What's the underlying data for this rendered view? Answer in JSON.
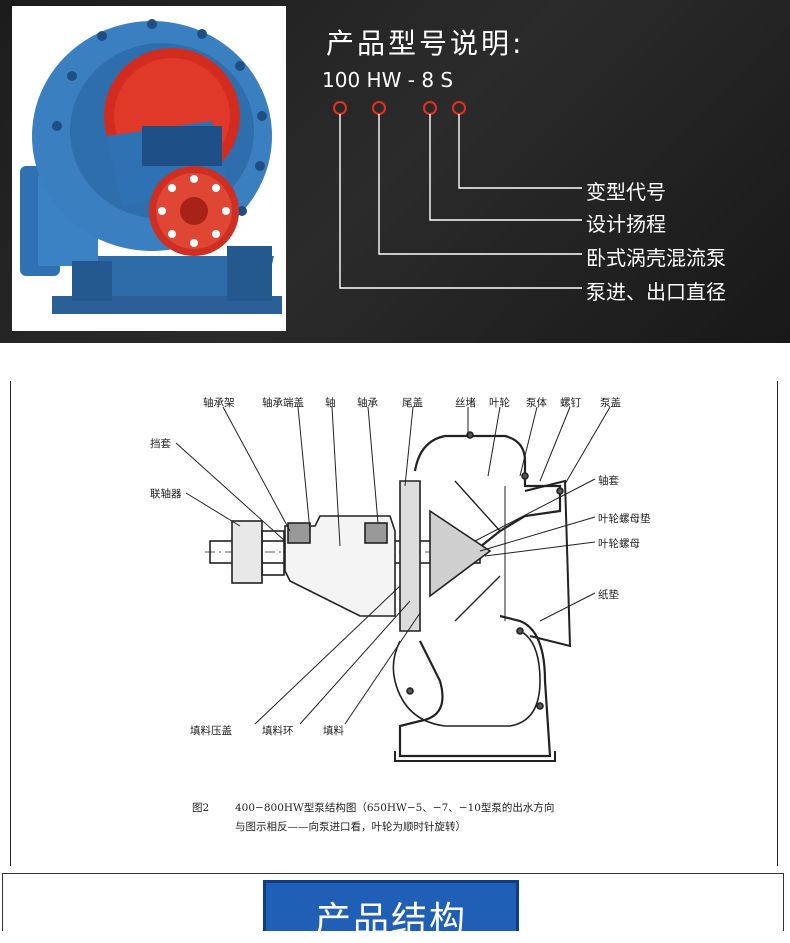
{
  "product_spec": {
    "title": "产品型号说明:",
    "model": {
      "size": "100",
      "type": "HW",
      "dash": "-",
      "head": "8",
      "variant": "S"
    },
    "legend": [
      {
        "label": "变型代号"
      },
      {
        "label": "设计扬程"
      },
      {
        "label": "卧式涡壳混流泵"
      },
      {
        "label": "泵进、出口直径"
      }
    ],
    "marker_color": "#e53020"
  },
  "diagram": {
    "labels_top": [
      "轴承架",
      "轴承端盖",
      "轴",
      "轴承",
      "尾盖",
      "丝堵",
      "叶轮",
      "泵体",
      "螺钉",
      "泵盖"
    ],
    "labels_left": [
      "挡套",
      "联轴器"
    ],
    "labels_right": [
      "轴套",
      "叶轮螺母垫",
      "叶轮螺母",
      "纸垫"
    ],
    "labels_bottom": [
      "填料压盖",
      "填料环",
      "填料"
    ],
    "caption_fig": "图2",
    "caption_line1": "400−800HW型泵结构图（650HW−5、−7、−10型泵的出水方向",
    "caption_line2": "与图示相反——向泵进口看，叶轮为顺时针旋转）"
  },
  "section_banner": {
    "title": "产品结构",
    "color": "#1f5fb6"
  }
}
